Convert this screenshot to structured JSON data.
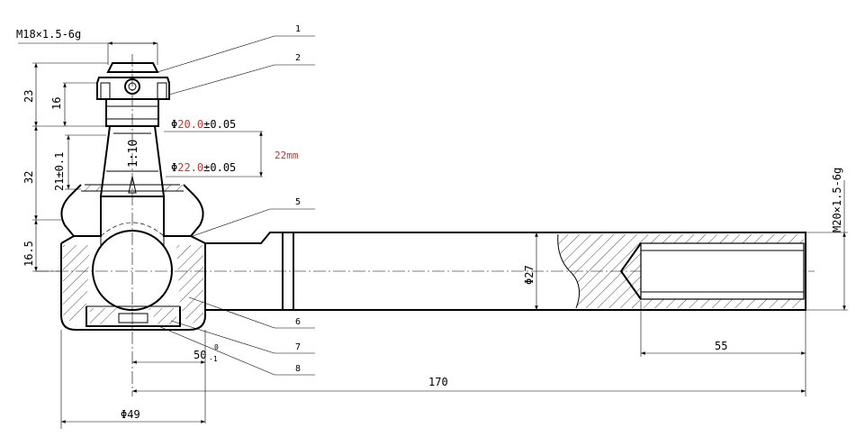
{
  "dimensions": {
    "thread_top": "M18×1.5-6g",
    "dim_23": "23",
    "dim_16": "16",
    "dim_21": "21±0.1",
    "dim_32": "32",
    "dim_16_5": "16.5",
    "taper": "1:10",
    "dia_20_prefix": "Φ",
    "dia_20_value": "20.0",
    "dia_20_tol": "±0.05",
    "dia_22_prefix": "Φ",
    "dia_22_value": "22.0",
    "dia_22_tol": "±0.05",
    "length_22mm": "22mm",
    "dia_27": "Φ27",
    "thread_end": "M20×1.5-6g",
    "dim_55": "55",
    "dim_50": "50",
    "dim_50_upper": "0",
    "dim_50_lower": "-1",
    "dim_170": "170",
    "dia_49": "Φ49"
  },
  "callouts": [
    "1",
    "2",
    "5",
    "6",
    "7",
    "8"
  ],
  "colors": {
    "line": "#000000",
    "highlight": "#c0392b",
    "background": "#ffffff"
  }
}
